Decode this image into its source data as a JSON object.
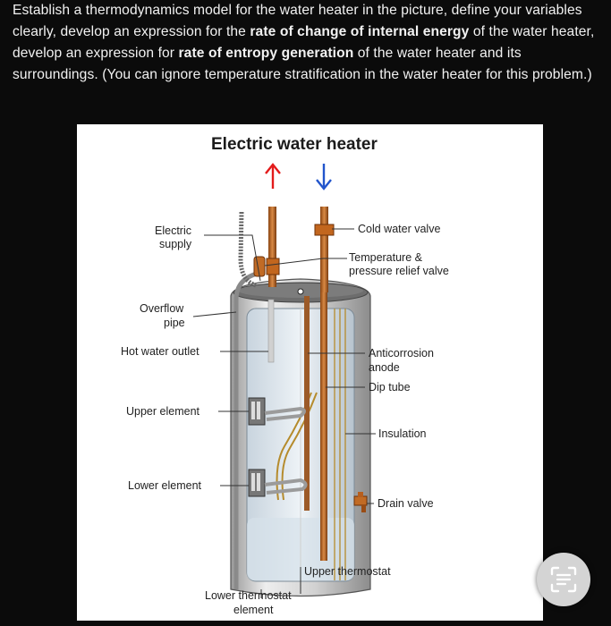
{
  "question": {
    "p1": "Establish a thermodynamics model for the water heater in the picture, define your variables clearly, develop an expression for the ",
    "b1": "rate of change of internal energy",
    "p2": " of the water heater, develop an expression for ",
    "b2": "rate of entropy generation",
    "p3": " of the water heater and its surroundings. (You can ignore temperature stratification in the water heater for this problem.)"
  },
  "figure": {
    "title": "Electric water heater",
    "labels": {
      "electric_supply_1": "Electric",
      "electric_supply_2": "supply",
      "overflow_1": "Overflow",
      "overflow_2": "pipe",
      "hot_water_outlet": "Hot water outlet",
      "upper_element": "Upper element",
      "lower_element": "Lower element",
      "cold_water_valve": "Cold water valve",
      "trv_1": "Temperature &",
      "trv_2": "pressure relief valve",
      "anode_1": "Anticorrosion",
      "anode_2": "anode",
      "dip_tube": "Dip tube",
      "insulation": "Insulation",
      "drain_valve": "Drain valve",
      "upper_thermostat": "Upper thermostat",
      "lower_thermostat_1": "Lower thermostat",
      "lower_thermostat_2": "element"
    },
    "colors": {
      "hot_arrow": "#e31b1b",
      "cold_arrow": "#2255cc",
      "pipe": "#c9702a"
    }
  },
  "scan_button": {
    "icon": "text-scan-icon"
  }
}
